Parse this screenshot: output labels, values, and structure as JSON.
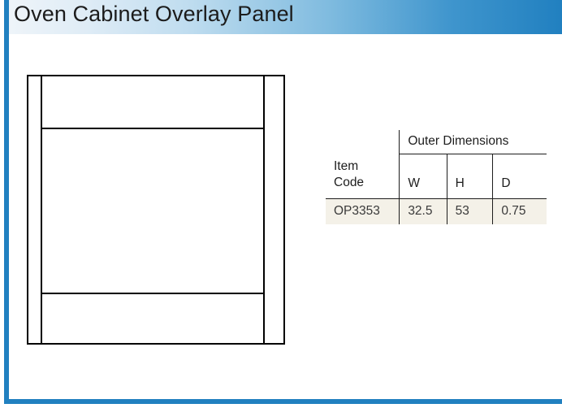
{
  "header": {
    "title": "Oven Cabinet Overlay Panel",
    "gradient_from": "#eef4f9",
    "gradient_to": "#2180c0"
  },
  "panel": {
    "border_color": "#2180c0",
    "background": "#ffffff"
  },
  "drawing": {
    "name": "oven-cabinet-overlay-panel-elevation",
    "stroke_color": "#000000",
    "fill_color": "#ffffff"
  },
  "table": {
    "group_header": "Outer Dimensions",
    "columns": [
      {
        "key": "item_code",
        "label": "Item\nCode",
        "label_line1": "Item",
        "label_line2": "Code"
      },
      {
        "key": "w",
        "label": "W"
      },
      {
        "key": "h",
        "label": "H"
      },
      {
        "key": "d",
        "label": "D"
      }
    ],
    "rows": [
      {
        "item_code": "OP3353",
        "w": "32.5",
        "h": "53",
        "d": "0.75"
      }
    ],
    "row_background": "#f4f1e8",
    "rule_color": "#1d1d1d"
  }
}
